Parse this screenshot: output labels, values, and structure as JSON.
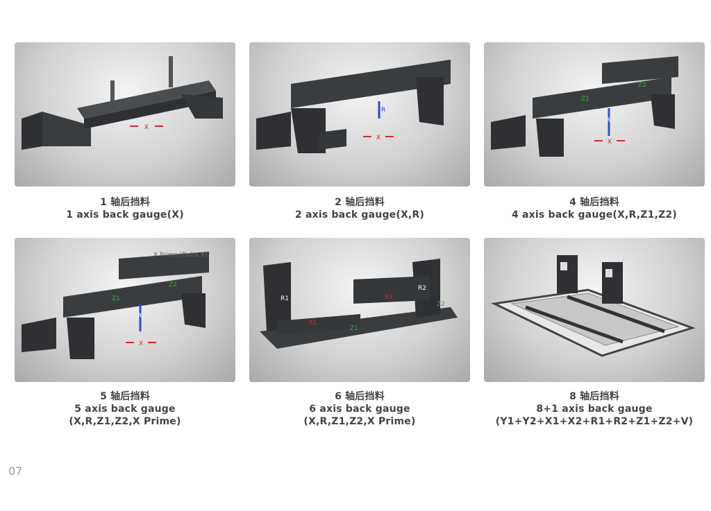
{
  "items": [
    {
      "cn": "1 轴后挡料",
      "en": "1 axis back gauge(X)",
      "sub": "",
      "labels": {
        "x": "X"
      }
    },
    {
      "cn": "2 轴后挡料",
      "en": "2 axis back gauge(X,R)",
      "sub": "",
      "labels": {
        "x": "X",
        "r": "R"
      }
    },
    {
      "cn": "4 轴后挡料",
      "en": "4 axis back gauge(X,R,Z1,Z2)",
      "sub": "",
      "labels": {
        "x": "X",
        "r": "R",
        "z1": "Z1",
        "z2": "Z2"
      }
    },
    {
      "cn": "5 轴后挡料",
      "en": "5 axis back gauge",
      "sub": "(X,R,Z1,Z2,X Prime)",
      "labels": {
        "x": "X",
        "r": "R",
        "z1": "Z1",
        "z2": "Z2",
        "xp": "X Prime (Delta X)"
      }
    },
    {
      "cn": "6 轴后挡料",
      "en": "6 axis back gauge",
      "sub": "(X,R,Z1,Z2,X Prime)",
      "labels": {
        "x": "X1",
        "r": "R1",
        "r2": "R2",
        "z1": "Z1",
        "z2": "Z2",
        "xp": "X2"
      }
    },
    {
      "cn": "8 轴后挡料",
      "en": "8+1 axis back gauge",
      "sub": "(Y1+Y2+X1+X2+R1+R2+Z1+Z2+V)",
      "labels": {}
    }
  ],
  "page_number": "07",
  "colors": {
    "red": "#d42a2a",
    "green": "#3aa83a",
    "blue": "#2a4fd4",
    "beam": "#3a3d40"
  }
}
